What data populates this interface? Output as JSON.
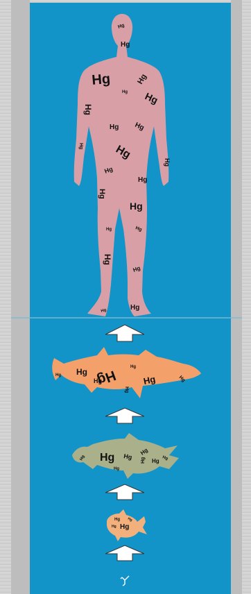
{
  "label": "Hg",
  "colors": {
    "water": "#1394c8",
    "human": "#d8a0a6",
    "big_fish": "#f3a06a",
    "mid_fish": "#a9b08a",
    "small_fish": "#f2b07c",
    "arrow": "#ffffff"
  },
  "labels": [
    {
      "id": "human-hg-1",
      "text": "Hg"
    },
    {
      "id": "human-hg-2",
      "text": "Hg"
    },
    {
      "id": "human-hg-3",
      "text": "Hg"
    },
    {
      "id": "human-hg-4",
      "text": "Hg"
    },
    {
      "id": "human-hg-5",
      "text": "Hg"
    },
    {
      "id": "human-hg-6",
      "text": "Hg"
    },
    {
      "id": "human-hg-7",
      "text": "Hg"
    },
    {
      "id": "human-hg-8",
      "text": "Hg"
    },
    {
      "id": "human-hg-9",
      "text": "Hg"
    },
    {
      "id": "human-hg-10",
      "text": "Hg"
    },
    {
      "id": "human-hg-11",
      "text": "Hg"
    },
    {
      "id": "human-hg-12",
      "text": "Hg"
    },
    {
      "id": "human-hg-13",
      "text": "Hg"
    },
    {
      "id": "human-hg-14",
      "text": "Hg"
    },
    {
      "id": "human-hg-15",
      "text": "Hg"
    },
    {
      "id": "human-hg-16",
      "text": "Hg"
    },
    {
      "id": "human-hg-17",
      "text": "Hg"
    },
    {
      "id": "human-hg-18",
      "text": "Hg"
    },
    {
      "id": "human-hg-19",
      "text": "Hg"
    },
    {
      "id": "human-hg-20",
      "text": "Hg"
    },
    {
      "id": "human-hg-21",
      "text": "Hg"
    }
  ]
}
